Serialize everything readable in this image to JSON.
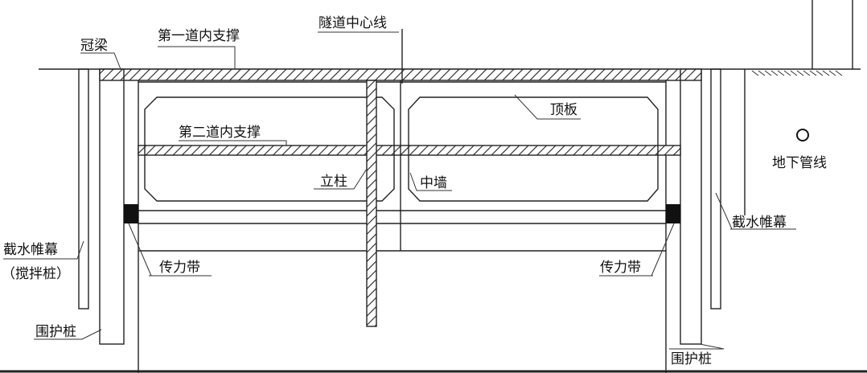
{
  "diagram": {
    "labels": {
      "crown_beam": "冠梁",
      "first_strut": "第一道内支撑",
      "tunnel_centerline": "隧道中心线",
      "roof_slab": "顶板",
      "second_strut": "第二道内支撑",
      "column": "立柱",
      "middle_wall": "中墙",
      "underground_pipeline": "地下管线",
      "water_curtain_left": "截水帷幕",
      "water_curtain_left_sub": "（搅拌桩）",
      "water_curtain_right": "截水帷幕",
      "force_band_left": "传力带",
      "force_band_right": "传力带",
      "retaining_pile_left": "围护桩",
      "retaining_pile_right": "围护桩"
    }
  }
}
